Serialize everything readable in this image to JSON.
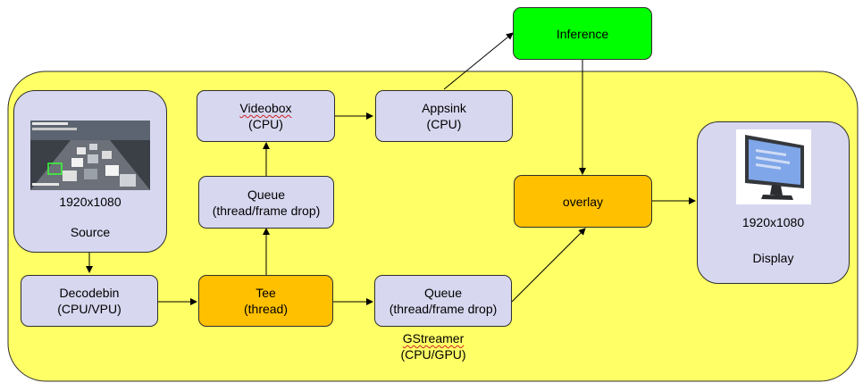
{
  "container": {
    "title": "GStreamer",
    "subtitle": "(CPU/GPU)"
  },
  "source": {
    "resolution": "1920x1080",
    "label": "Source"
  },
  "display": {
    "resolution": "1920x1080",
    "label": "Display"
  },
  "decodebin": {
    "name": "Decodebin",
    "detail": "(CPU/VPU)"
  },
  "tee": {
    "name": "Tee",
    "detail": "(thread)"
  },
  "queue_upper": {
    "name": "Queue",
    "detail": "(thread/frame drop)"
  },
  "queue_lower": {
    "name": "Queue",
    "detail": "(thread/frame drop)"
  },
  "videobox": {
    "name": "Videobox",
    "detail": "(CPU)"
  },
  "appsink": {
    "name": "Appsink",
    "detail": "(CPU)"
  },
  "inference": {
    "name": "Inference"
  },
  "overlay": {
    "name": "overlay"
  },
  "colors": {
    "container_fill": "#ffff66",
    "node_fill": "#d7d7f0",
    "thread_fill": "#ffc000",
    "inference_fill": "#00ff00"
  },
  "icons": {
    "source": "traffic-camera-thumbnail",
    "display": "monitor-icon"
  }
}
